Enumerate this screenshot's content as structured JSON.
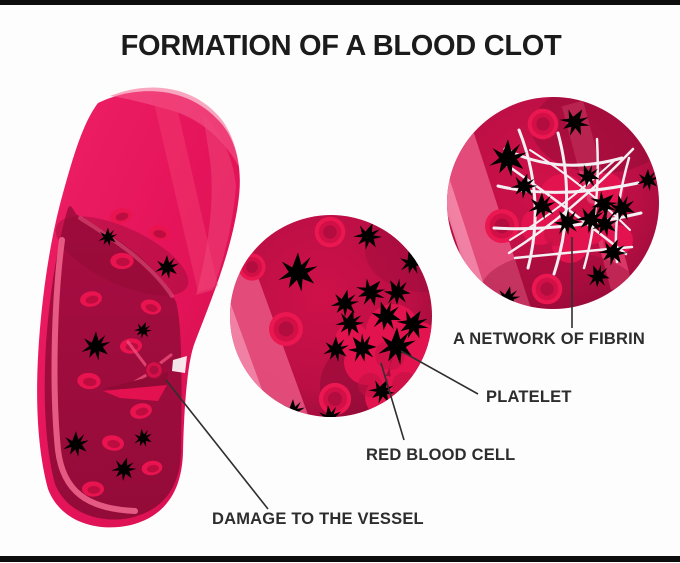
{
  "title": "FORMATION OF A BLOOD CLOT",
  "labels": {
    "fibrin": "A NETWORK OF FIBRIN",
    "platelet": "PLATELET",
    "red_blood_cell": "RED BLOOD CELL",
    "damage": "DAMAGE TO THE VESSEL"
  },
  "colors": {
    "vessel_pink": "#e5145a",
    "vessel_highlight": "#f4538322",
    "lumen_dark": "#a30d3f",
    "red_blood_cell": "#e2134e",
    "platelet_blue": "#3fb4e6",
    "platelet_pale": "#d9edf8",
    "fibrin_white": "#f3eff3",
    "label_text": "#2d2d2d",
    "border_bar": "#0e0e0e",
    "background": "#fdfdfd"
  }
}
